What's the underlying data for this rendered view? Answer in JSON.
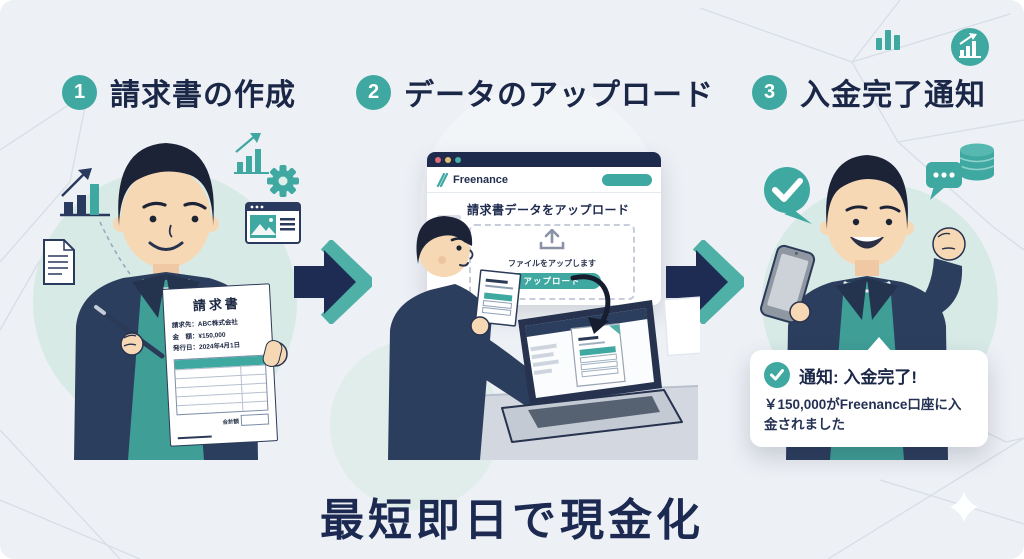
{
  "steps": [
    {
      "number": "1",
      "label": "請求書の作成"
    },
    {
      "number": "2",
      "label": "データのアップロード"
    },
    {
      "number": "3",
      "label": "入金完了通知"
    }
  ],
  "invoice": {
    "title": "請求書",
    "recipient": "請求先：ABC株式会社",
    "amount": "金　額：¥150,000",
    "issue_date": "発行日：2024年4月1日",
    "total_label": "合計額"
  },
  "browser": {
    "brand": "Freenance",
    "heading": "請求書データをアップロード",
    "dropzone_label": "ファイルをアップします",
    "upload_button": "アップロード"
  },
  "notification": {
    "title": "通知: 入金完了!",
    "body": "￥150,000がFreenance口座に入金されました"
  },
  "footer": {
    "headline": "最短即日で現金化"
  },
  "colors": {
    "accent_teal": "#3fa9a1",
    "navy_text": "#1b2747",
    "suit_navy": "#2c3e5e",
    "background": "#edf0f5",
    "light_teal_blob": "#d8eae6"
  },
  "icons": {
    "growth-chart-icon": "bar chart with rising arrow",
    "document-icon": "paper sheet with text lines",
    "teal-chart-icon": "teal bars with rising arrow",
    "gear-icon": "settings gear",
    "image-card-icon": "browser card with picture and text lines",
    "bar-chart-icon": "three teal bars",
    "analytics-badge-icon": "circled white bar chart",
    "upload-icon": "up arrow over tray",
    "check-bubble-icon": "checkmark in speech bubble",
    "coins-icon": "stack of coins",
    "chat-dots-icon": "speech bubble with three dots",
    "check-icon": "white checkmark in teal circle",
    "step-arrow-icon": "navy arrow with teal chevron",
    "sparkle-icon": "four point star",
    "freenance-logo-icon": "teal double slash mark"
  }
}
